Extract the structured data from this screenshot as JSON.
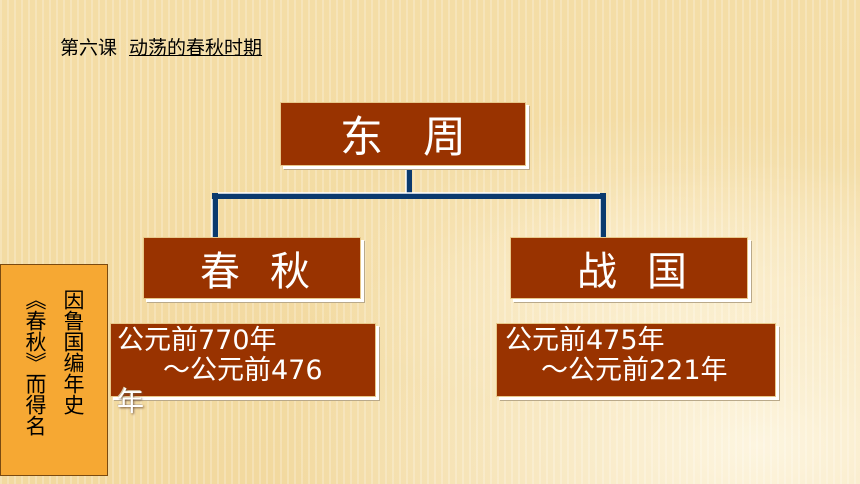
{
  "slide": {
    "lesson_number": "第六课",
    "lesson_topic": "动荡的春秋时期",
    "colors": {
      "box_fill": "#993300",
      "box_text": "#ffffff",
      "connector": "#0b3a6e",
      "note_fill": "#f6a833"
    }
  },
  "tree": {
    "root": {
      "label": "东周"
    },
    "children": [
      {
        "label": "春秋",
        "date_line1": "公元前770年",
        "date_line2": "～公元前476",
        "date_line3": "年"
      },
      {
        "label": "战国",
        "date_line1": "公元前475年",
        "date_line2": "～公元前221年"
      }
    ]
  },
  "note": {
    "line1": "因鲁国编年史",
    "line2": "《春秋》而得名"
  }
}
